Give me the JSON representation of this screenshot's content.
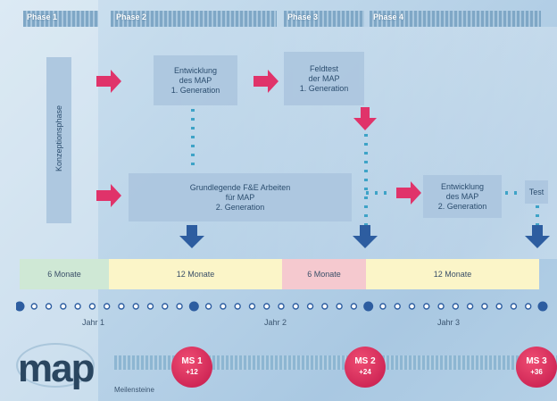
{
  "phases": [
    "Phase 1",
    "Phase 2",
    "Phase 3",
    "Phase 4"
  ],
  "konzeption": "Konzeptionsphase",
  "boxes": {
    "entwicklung1": "Entwicklung\ndes MAP\n1. Generation",
    "feldtest": "Feldtest\nder MAP\n1. Generation",
    "grundlegende": "Grundlegende F&E Arbeiten\nfür MAP\n2. Generation",
    "entwicklung2": "Entwicklung\ndes MAP\n2. Generation",
    "test": "Test"
  },
  "timeline": [
    "6 Monate",
    "12 Monate",
    "6 Monate",
    "12 Monate"
  ],
  "years": [
    "Jahr 1",
    "Jahr 2",
    "Jahr 3"
  ],
  "milestones": [
    {
      "label": "MS 1",
      "sub": "+12"
    },
    {
      "label": "MS 2",
      "sub": "+24"
    },
    {
      "label": "MS 3",
      "sub": "+36"
    }
  ],
  "logo": "map",
  "meilensteine": "Meilensteine",
  "colors": {
    "arrow": "#e0336a",
    "down_arrow": "#2d5da0",
    "seg_green": "#cfe8d5",
    "seg_yellow": "#fbf5c8",
    "seg_pink": "#f5c9cf",
    "dot_large": "#2d5da0",
    "dotted_line": "#3ea3c7"
  }
}
